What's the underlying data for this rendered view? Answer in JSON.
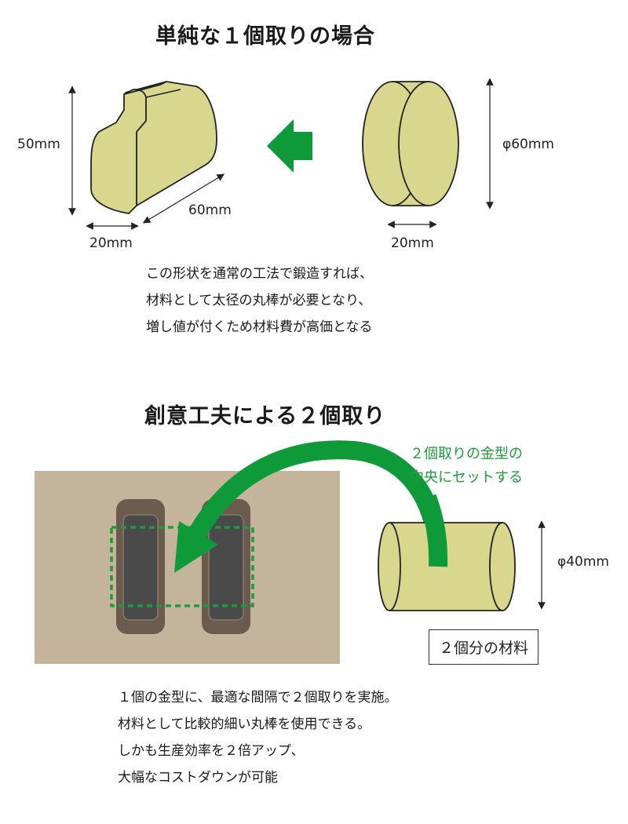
{
  "section1": {
    "title": "単純な１個取りの場合",
    "dims": {
      "height": "50mm",
      "length": "60mm",
      "width_left": "20mm",
      "diameter": "φ60mm",
      "width_right": "20mm"
    },
    "description": [
      "この形状を通常の工法で鍛造すれば、",
      "材料として太径の丸棒が必要となり、",
      "増し値が付くため材料費が高価となる"
    ]
  },
  "section2": {
    "title": "創意工夫による２個取り",
    "note": [
      "２個取りの金型の",
      "中央にセットする"
    ],
    "diameter": "φ40mm",
    "material_label": "２個分の材料",
    "description": [
      "１個の金型に、最適な間隔で２個取りを実施。",
      "材料として比較的細い丸棒を使用できる。",
      "しかも生産効率を２倍アップ、",
      "大幅なコストダウンが可能"
    ]
  },
  "colors": {
    "material": "#d9d78e",
    "die": "#c4b49b",
    "cavity": "#6b5b4f",
    "cavity_inner": "#4a4a4a",
    "arrow_green": "#0f9a3a",
    "note_green": "#1f9a3c"
  }
}
